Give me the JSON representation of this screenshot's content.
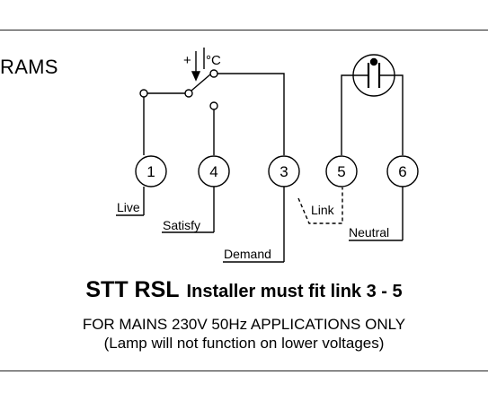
{
  "heading_fragment": "RAMS",
  "diagram": {
    "switch_plus": "+",
    "switch_unit": "°C",
    "terminals": [
      {
        "id": "t1",
        "label": "1"
      },
      {
        "id": "t4",
        "label": "4"
      },
      {
        "id": "t3",
        "label": "3"
      },
      {
        "id": "t5",
        "label": "5"
      },
      {
        "id": "t6",
        "label": "6"
      }
    ],
    "wire_labels": {
      "live": "Live",
      "satisfy": "Satisfy",
      "demand": "Demand",
      "link": "Link",
      "neutral": "Neutral"
    }
  },
  "title": {
    "model": "STT RSL",
    "instruction": "Installer must fit link 3 - 5"
  },
  "notice": {
    "line1": "FOR MAINS 230V 50Hz APPLICATIONS ONLY",
    "line2": "(Lamp will not function on lower voltages)"
  }
}
